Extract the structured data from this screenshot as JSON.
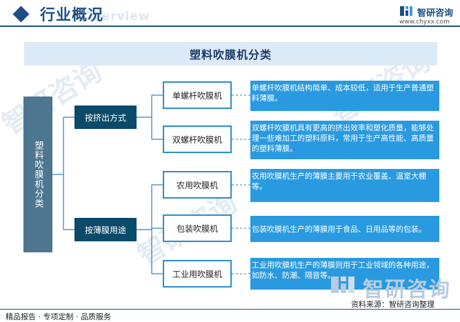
{
  "header": {
    "title": "行业概况",
    "watermark": "Overview",
    "brand_name": "智研咨询",
    "brand_url": "www.chyxx.com"
  },
  "diagram": {
    "title": "塑料吹膜机分类",
    "root": "塑料吹膜机分类",
    "groups": [
      {
        "label": "按挤出方式",
        "items": [
          {
            "name": "单螺杆吹膜机",
            "desc": "单螺杆吹膜机结构简单、成本较低，适用于生产普通塑料薄膜。"
          },
          {
            "name": "双螺杆吹膜机",
            "desc": "双螺杆吹膜机具有更高的挤出效率和塑化质量，能够处理一些难加工的塑料原料，常用于生产高性能、高质量的塑料薄膜。"
          }
        ]
      },
      {
        "label": "按薄膜用途",
        "items": [
          {
            "name": "农用吹膜机",
            "desc": "农用吹膜机生产的薄膜主要用于农业覆盖、温室大棚等。"
          },
          {
            "name": "包装吹膜机",
            "desc": "包装吹膜机生产的薄膜用于食品、日用品等的包装。"
          },
          {
            "name": "工业用吹膜机",
            "desc": "工业用吹膜机生产的薄膜则用于工业领域的各种用途，如防水、防潮、隔音等。"
          }
        ]
      }
    ]
  },
  "watermarks": {
    "text": "智研咨询"
  },
  "footer": {
    "source": "资料来源：智研咨询整理",
    "tagline": "精品报告 · 专项定制 · 品质服务"
  },
  "colors": {
    "primary": "#1d4f86",
    "root_box": "#4d7690",
    "mid_box": "#0b4a68",
    "leaf_border": "#2a8ccf",
    "desc_box": "#2a9ae0",
    "banner": "#dbeaf7"
  }
}
